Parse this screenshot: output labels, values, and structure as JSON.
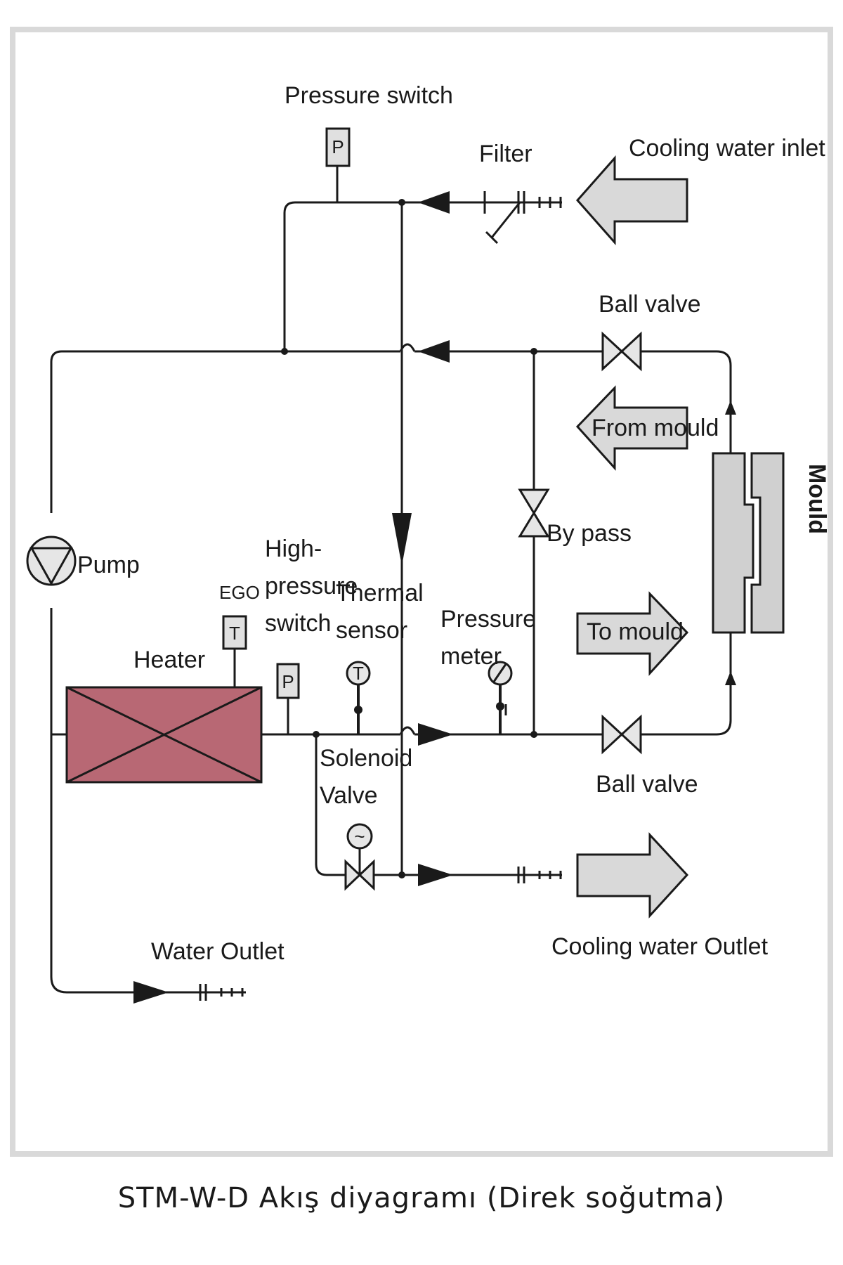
{
  "labels": {
    "pressure_switch": "Pressure switch",
    "filter": "Filter",
    "cooling_water_inlet": "Cooling water inlet",
    "ball_valve_top": "Ball valve",
    "from_mould": "From mould",
    "by_pass": "By pass",
    "pump": "Pump",
    "high_pressure_l1": "High-",
    "high_pressure_l2": "pressure",
    "high_pressure_l3": "switch",
    "thermal_l1": "Thermal",
    "thermal_l2": "sensor",
    "pressure_meter_l1": "Pressure",
    "pressure_meter_l2": "meter",
    "to_mould": "To mould",
    "mould": "Mould",
    "ego": "EGO",
    "heater": "Heater",
    "solenoid_l1": "Solenoid",
    "solenoid_l2": "Valve",
    "ball_valve_bottom": "Ball valve",
    "cooling_water_outlet": "Cooling water Outlet",
    "water_outlet": "Water Outlet"
  },
  "symbols": {
    "pressure": "P",
    "temperature": "T",
    "solenoid": "~"
  },
  "caption": "STM-W-D Akış diyagramı (Direk soğutma)",
  "colors": {
    "heater": "#b86874",
    "arrow_fill": "#d9d9d9",
    "frame": "#d9d9d9",
    "line": "#1a1a1a"
  }
}
